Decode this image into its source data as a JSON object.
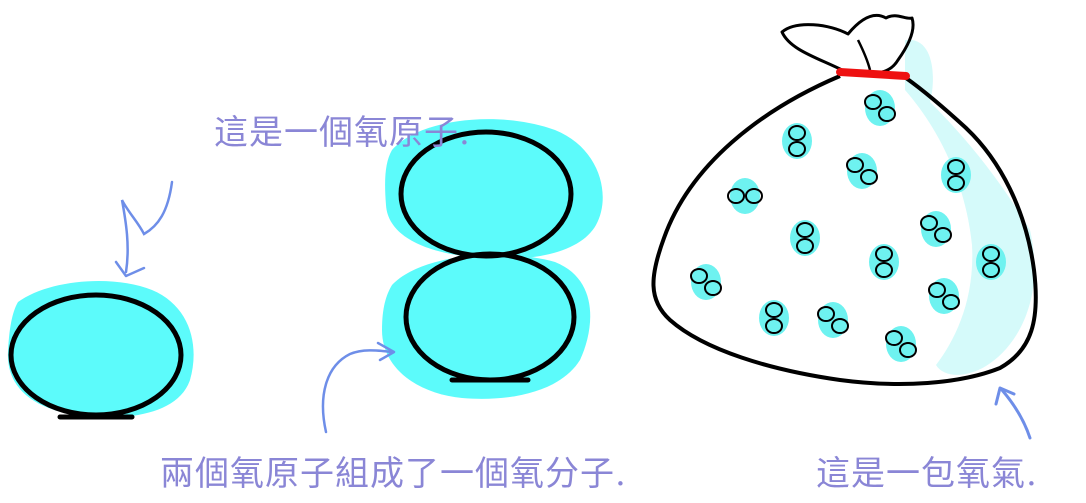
{
  "labels": {
    "atom": "這是一個氧原子.",
    "molecule": "兩個氧原子組成了一個氧分子.",
    "bag": "這是一包氧氣."
  },
  "colors": {
    "atom_fill": "#5cfbfb",
    "bag_fill": "#d5fafa",
    "bag_tie": "#ee1111",
    "outline": "#000000",
    "arrow": "#6e8ee8",
    "text": "#8a86d6"
  }
}
